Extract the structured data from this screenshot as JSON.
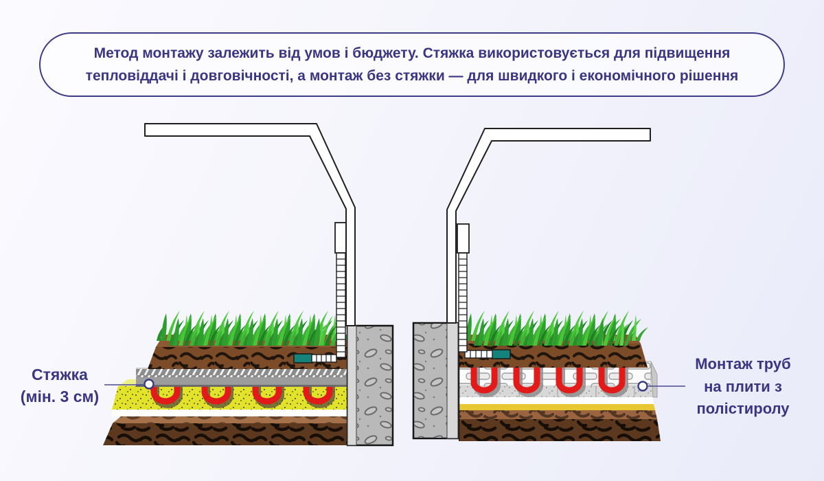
{
  "banner": {
    "line1": "Метод монтажу залежить від умов і бюджету. Стяжка використовується для підвищення",
    "line2": "тепловіддачі і довговічності, а монтаж без стяжки — для швидкого і економічного рішення"
  },
  "left_label": {
    "line1": "Стяжка",
    "line2": "(мін. 3 см)"
  },
  "right_label": {
    "line1": "Монтаж труб",
    "line2": "на плити з",
    "line3": "полістиролу"
  },
  "colors": {
    "accent_text": "#3b3583",
    "banner_border": "#3e3b86",
    "callout_line": "#4b4894",
    "pipe_red": "#e21a1a",
    "fitting_teal": "#15837c",
    "sand_yellow": "#e2e22a",
    "golden_sand": "#e7c832",
    "grass_green": "#3aa637",
    "topsoil_brown": "#7c4b27",
    "subsoil_brown": "#5c381e",
    "concrete_gray": "#b9b9b9",
    "screed_gray": "#9c9c9c",
    "background_tint": "#eceefb"
  }
}
